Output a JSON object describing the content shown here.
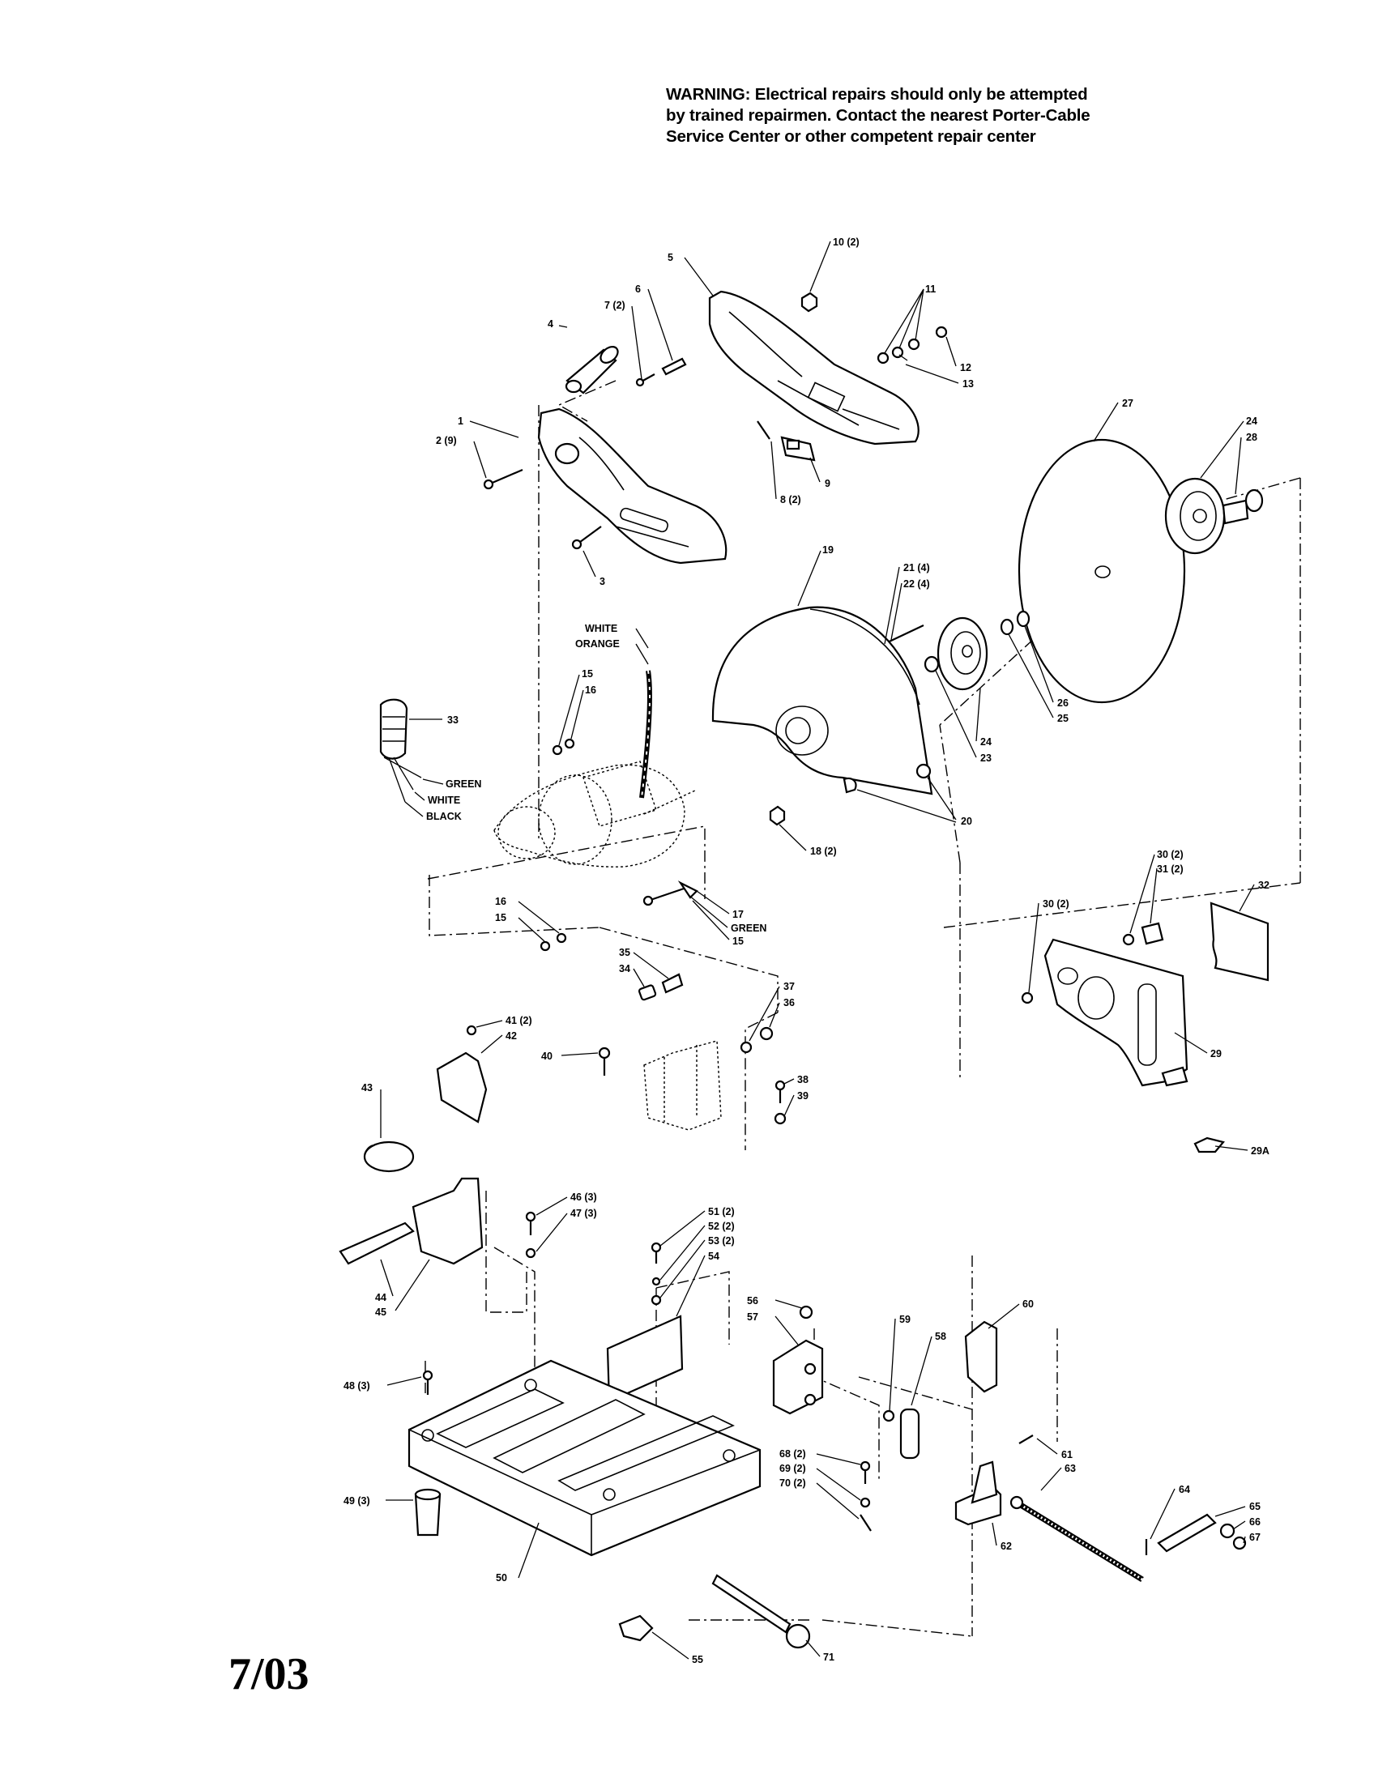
{
  "warning": {
    "line1": "WARNING: Electrical repairs should only be attempted",
    "line2": "by trained repairmen. Contact the nearest Porter-Cable",
    "line3": "Service Center or other competent repair center"
  },
  "date_code": "7/03",
  "callouts": [
    {
      "id": "c1",
      "text": "1"
    },
    {
      "id": "c2",
      "text": "2 (9)"
    },
    {
      "id": "c3",
      "text": "3"
    },
    {
      "id": "c4",
      "text": "4"
    },
    {
      "id": "c5",
      "text": "5"
    },
    {
      "id": "c6",
      "text": "6"
    },
    {
      "id": "c7",
      "text": "7 (2)"
    },
    {
      "id": "c8",
      "text": "8 (2)"
    },
    {
      "id": "c9",
      "text": "9"
    },
    {
      "id": "c10",
      "text": "10 (2)"
    },
    {
      "id": "c11",
      "text": "11"
    },
    {
      "id": "c12",
      "text": "12"
    },
    {
      "id": "c13",
      "text": "13"
    },
    {
      "id": "c15a",
      "text": "15"
    },
    {
      "id": "c16a",
      "text": "16"
    },
    {
      "id": "c15b",
      "text": "15"
    },
    {
      "id": "c16b",
      "text": "16"
    },
    {
      "id": "c15c",
      "text": "15"
    },
    {
      "id": "c17",
      "text": "17"
    },
    {
      "id": "cgreen2",
      "text": "GREEN"
    },
    {
      "id": "c18",
      "text": "18 (2)"
    },
    {
      "id": "c19",
      "text": "19"
    },
    {
      "id": "c20",
      "text": "20"
    },
    {
      "id": "c21",
      "text": "21 (4)"
    },
    {
      "id": "c22",
      "text": "22 (4)"
    },
    {
      "id": "c23",
      "text": "23"
    },
    {
      "id": "c24a",
      "text": "24"
    },
    {
      "id": "c24b",
      "text": "24"
    },
    {
      "id": "c25",
      "text": "25"
    },
    {
      "id": "c26",
      "text": "26"
    },
    {
      "id": "c27",
      "text": "27"
    },
    {
      "id": "c28",
      "text": "28"
    },
    {
      "id": "c29",
      "text": "29"
    },
    {
      "id": "c29a",
      "text": "29A"
    },
    {
      "id": "c30a",
      "text": "30 (2)"
    },
    {
      "id": "c31",
      "text": "31 (2)"
    },
    {
      "id": "c30b",
      "text": "30 (2)"
    },
    {
      "id": "c32",
      "text": "32"
    },
    {
      "id": "c33",
      "text": "33"
    },
    {
      "id": "cgreen",
      "text": "GREEN"
    },
    {
      "id": "cwhite",
      "text": "WHITE"
    },
    {
      "id": "cblack",
      "text": "BLACK"
    },
    {
      "id": "cwhite2",
      "text": "WHITE"
    },
    {
      "id": "corange",
      "text": "ORANGE"
    },
    {
      "id": "c34",
      "text": "34"
    },
    {
      "id": "c35",
      "text": "35"
    },
    {
      "id": "c36",
      "text": "36"
    },
    {
      "id": "c37",
      "text": "37"
    },
    {
      "id": "c38",
      "text": "38"
    },
    {
      "id": "c39",
      "text": "39"
    },
    {
      "id": "c40",
      "text": "40"
    },
    {
      "id": "c41",
      "text": "41 (2)"
    },
    {
      "id": "c42",
      "text": "42"
    },
    {
      "id": "c43",
      "text": "43"
    },
    {
      "id": "c44",
      "text": "44"
    },
    {
      "id": "c45",
      "text": "45"
    },
    {
      "id": "c46",
      "text": "46 (3)"
    },
    {
      "id": "c47",
      "text": "47 (3)"
    },
    {
      "id": "c48",
      "text": "48 (3)"
    },
    {
      "id": "c49",
      "text": "49 (3)"
    },
    {
      "id": "c50",
      "text": "50"
    },
    {
      "id": "c51",
      "text": "51 (2)"
    },
    {
      "id": "c52",
      "text": "52 (2)"
    },
    {
      "id": "c53",
      "text": "53 (2)"
    },
    {
      "id": "c54",
      "text": "54"
    },
    {
      "id": "c55",
      "text": "55"
    },
    {
      "id": "c56",
      "text": "56"
    },
    {
      "id": "c57",
      "text": "57"
    },
    {
      "id": "c58",
      "text": "58"
    },
    {
      "id": "c59",
      "text": "59"
    },
    {
      "id": "c60",
      "text": "60"
    },
    {
      "id": "c61",
      "text": "61"
    },
    {
      "id": "c62",
      "text": "62"
    },
    {
      "id": "c63",
      "text": "63"
    },
    {
      "id": "c64",
      "text": "64"
    },
    {
      "id": "c65",
      "text": "65"
    },
    {
      "id": "c66",
      "text": "66"
    },
    {
      "id": "c67",
      "text": "67"
    },
    {
      "id": "c68",
      "text": "68 (2)"
    },
    {
      "id": "c69",
      "text": "69 (2)"
    },
    {
      "id": "c70",
      "text": "70 (2)"
    },
    {
      "id": "c71",
      "text": "71"
    }
  ]
}
